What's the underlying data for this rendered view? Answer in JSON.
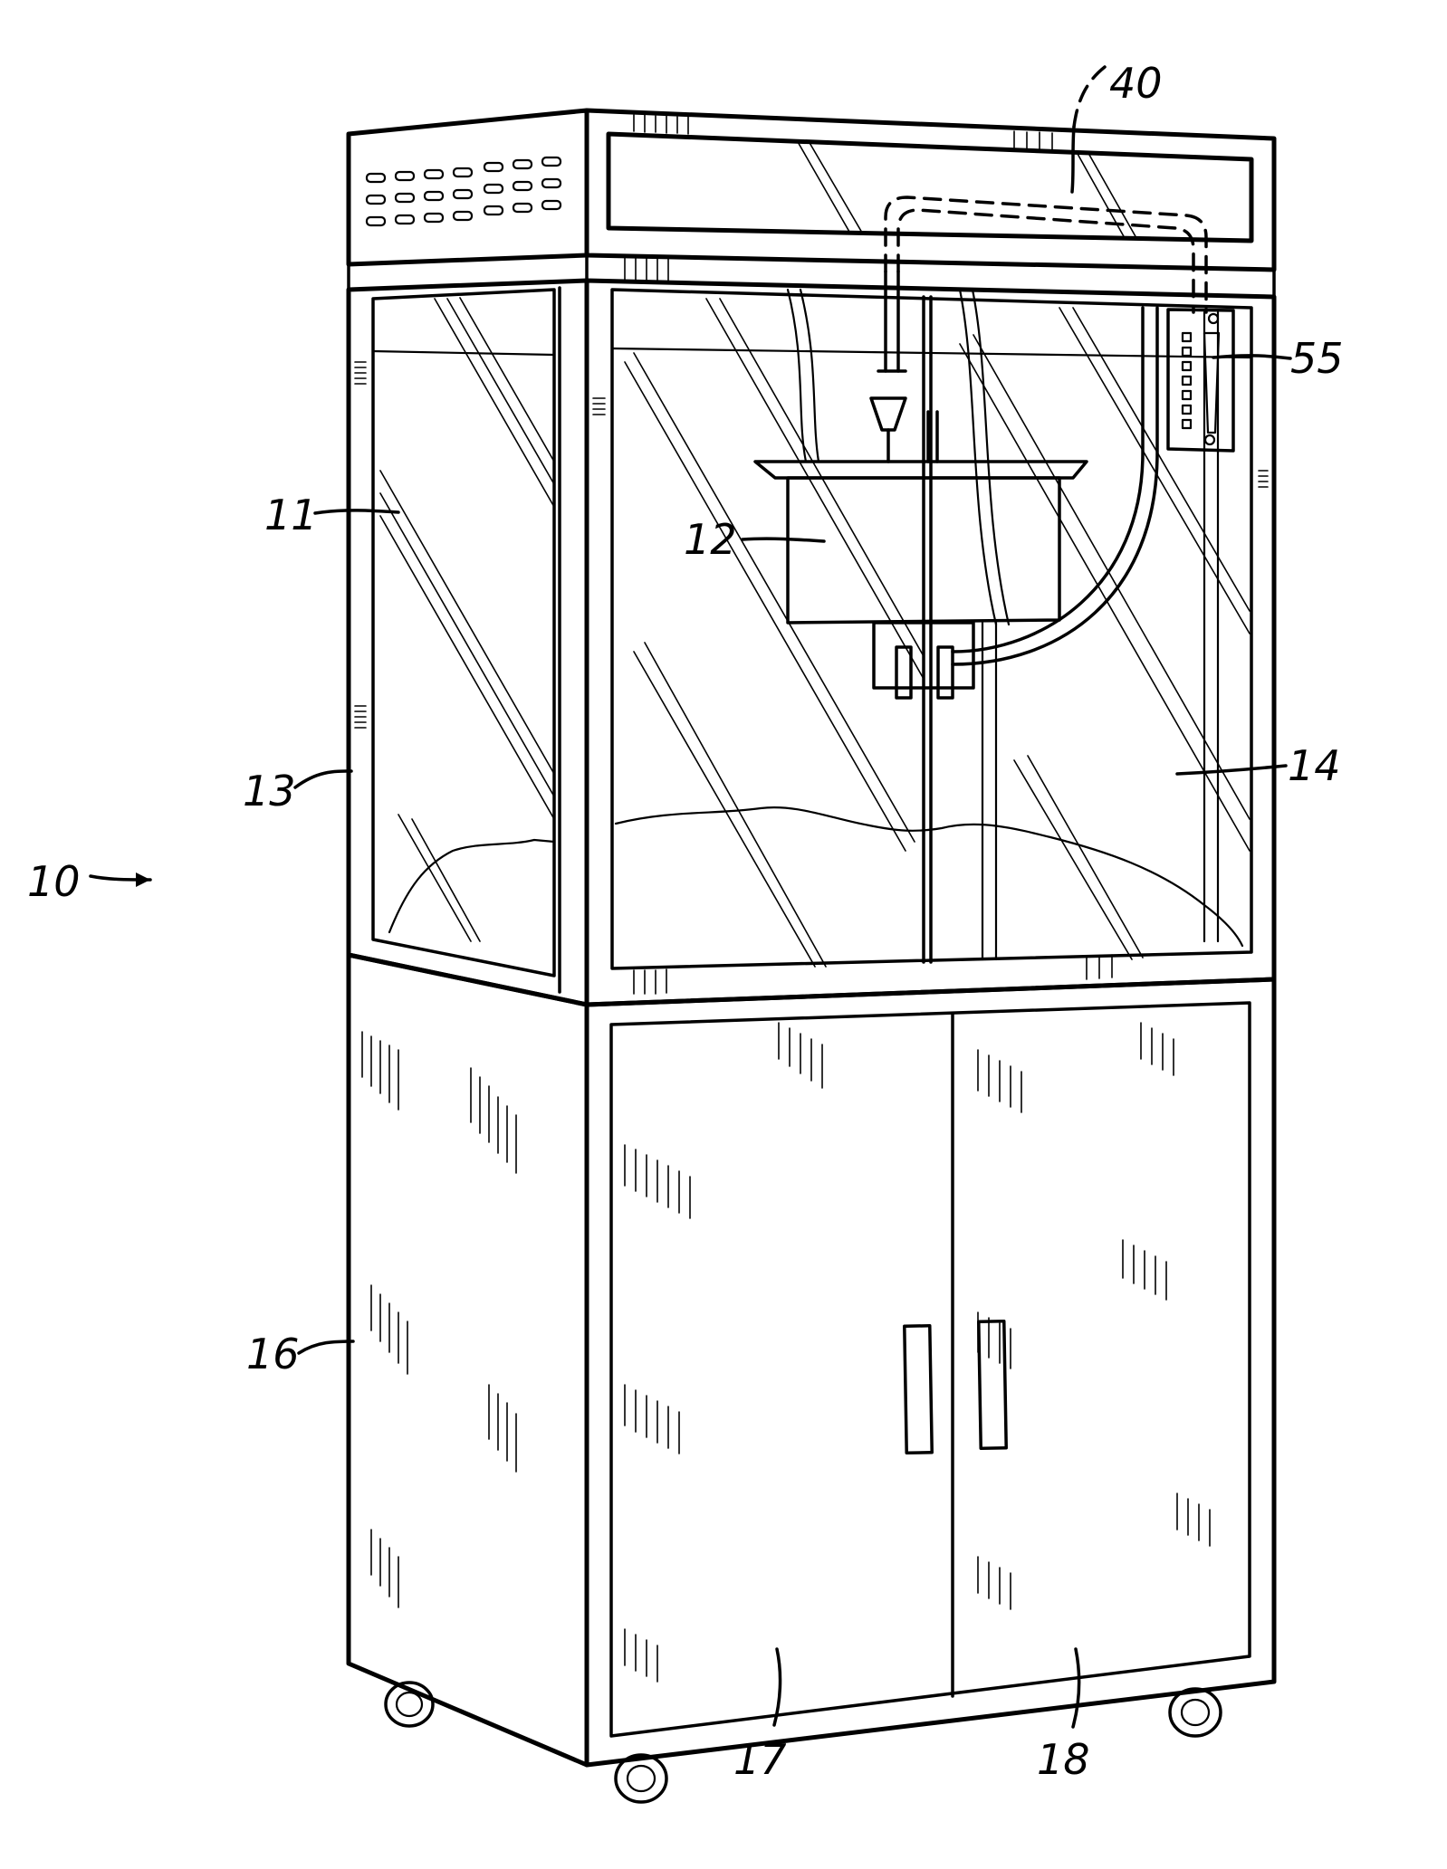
{
  "figure": {
    "reference_labels": [
      {
        "id": "10",
        "text": "10"
      },
      {
        "id": "11",
        "text": "11"
      },
      {
        "id": "12",
        "text": "12"
      },
      {
        "id": "13",
        "text": "13"
      },
      {
        "id": "14",
        "text": "14"
      },
      {
        "id": "16",
        "text": "16"
      },
      {
        "id": "17",
        "text": "17"
      },
      {
        "id": "18",
        "text": "18"
      },
      {
        "id": "40",
        "text": "40"
      },
      {
        "id": "55",
        "text": "55"
      }
    ]
  }
}
